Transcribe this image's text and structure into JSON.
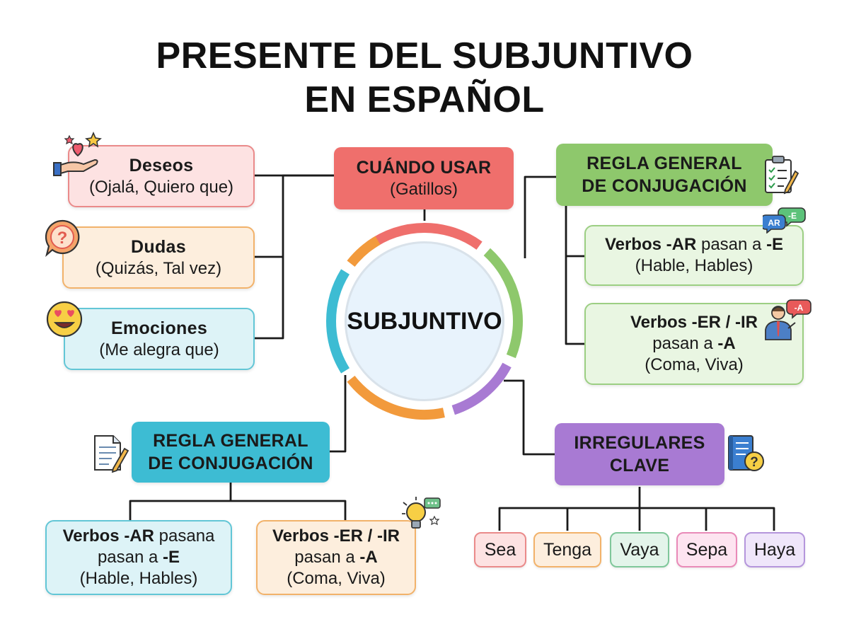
{
  "title": {
    "line1": "PRESENTE DEL SUBJUNTIVO",
    "line2": "EN ESPAÑOL"
  },
  "center": {
    "label": "SUBJUNTIVO"
  },
  "cuando": {
    "title": "CUÁNDO USAR",
    "subtitle": "(Gatillos)",
    "color": "#ef6f6c"
  },
  "triggers": [
    {
      "title": "Deseos",
      "examples": "(Ojalá, Quiero que)",
      "icon": "heart-hand-icon"
    },
    {
      "title": "Dudas",
      "examples": "(Quizás, Tal vez)",
      "icon": "question-bubble-icon"
    },
    {
      "title": "Emociones",
      "examples": "(Me alegra que)",
      "icon": "heart-eyes-emoji-icon"
    }
  ],
  "regla_right": {
    "title_line1": "REGLA GENERAL",
    "title_line2": "DE CONJUGACIÓN",
    "color": "#8ec86c",
    "icon": "clipboard-checklist-icon",
    "items": [
      {
        "prefix": "Verbos -AR",
        "middle": " pasan a ",
        "suffix": "-E",
        "examples": "(Hable, Hables)",
        "icon": "ar-to-e-chat-icon",
        "badge1": "AR",
        "badge2": "-E"
      },
      {
        "prefix": "Verbos -ER / -IR",
        "middle": "pasan a ",
        "suffix": "-A",
        "examples": "(Coma, Viva)",
        "icon": "teacher-speech-icon",
        "badge": "-A"
      }
    ]
  },
  "regla_left": {
    "title_line1": "REGLA GENERAL",
    "title_line2": "DE CONJUGACIÓN",
    "color": "#3dbcd3",
    "icon": "document-pencil-icon",
    "items": [
      {
        "prefix": "Verbos -AR",
        "prefix_tail": " pasana",
        "middle": "pasan a ",
        "suffix": "-E",
        "examples": "(Hable, Hables)"
      },
      {
        "prefix": "Verbos -ER / -IR",
        "middle": "pasan a ",
        "suffix": "-A",
        "examples": "(Coma, Viva)",
        "icon": "lightbulb-idea-icon"
      }
    ]
  },
  "irregulares": {
    "title_line1": "IRREGULARES",
    "title_line2": "CLAVE",
    "color": "#a87ad3",
    "icon": "book-question-icon",
    "verbs": [
      {
        "label": "Sea",
        "bg": "#fde2e2",
        "border": "#ea8a8a"
      },
      {
        "label": "Tenga",
        "bg": "#fdeedd",
        "border": "#f2b26a"
      },
      {
        "label": "Vaya",
        "bg": "#e3f4ea",
        "border": "#7fc79a"
      },
      {
        "label": "Sepa",
        "bg": "#fde4f0",
        "border": "#e98ab8"
      },
      {
        "label": "Haya",
        "bg": "#efe6fa",
        "border": "#b596dc"
      }
    ]
  },
  "ring_colors": [
    "#ef6f6c",
    "#8ec86c",
    "#a87ad3",
    "#f29a3c",
    "#3dbcd3"
  ]
}
